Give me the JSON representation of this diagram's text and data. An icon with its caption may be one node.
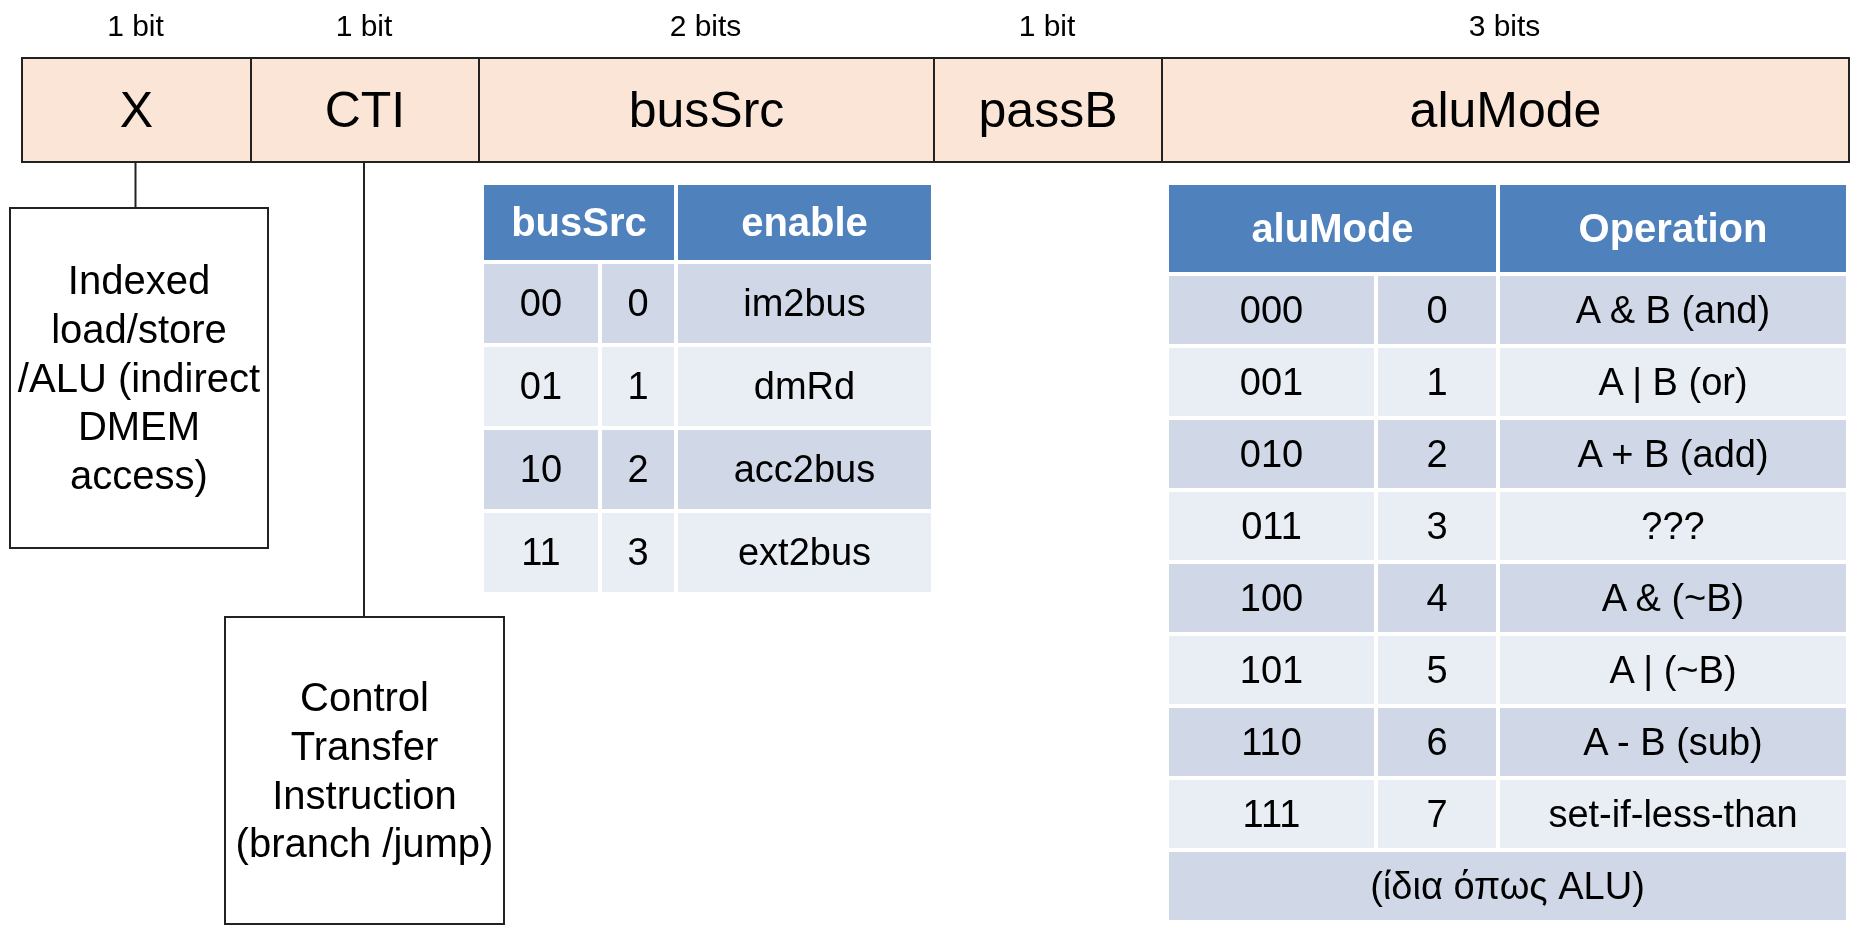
{
  "diagram": {
    "nodes": [
      {
        "text": [
          "X"
        ],
        "beside": [
          "1 bit"
        ]
      },
      {
        "text": [
          "CTI"
        ],
        "beside": [
          "1 bit"
        ]
      },
      {
        "text": [
          "busSrc"
        ],
        "beside": [
          "2 bits"
        ]
      },
      {
        "text": [
          "passB"
        ],
        "beside": [
          "1 bit"
        ]
      },
      {
        "text": [
          "aluMode"
        ],
        "beside": [
          "3 bits"
        ]
      },
      {
        "text": [
          "Indexed load/store /ALU (indirect DMEM access)"
        ]
      },
      {
        "text": [
          "Control Transfer Instruction (branch /jump)"
        ]
      }
    ],
    "edges": [
      {
        "from": 0,
        "to": 5,
        "arrow": "none"
      },
      {
        "from": 1,
        "to": 6,
        "arrow": "none"
      }
    ],
    "labels": [
      "busSrc",
      "enable",
      "00",
      "0",
      "im2bus",
      "01",
      "1",
      "dmRd",
      "10",
      "2",
      "acc2bus",
      "11",
      "3",
      "ext2bus",
      "aluMode",
      "Operation",
      "000",
      "0",
      "A & B (and)",
      "001",
      "1",
      "A | B (or)",
      "010",
      "2",
      "A + B (add)",
      "011",
      "3",
      "???",
      "100",
      "4",
      "A & (~B)",
      "101",
      "5",
      "A | (~B)",
      "110",
      "6",
      "A - B (sub)",
      "111",
      "7",
      "set-if-less-than",
      "(ίδια όπως ALU)"
    ]
  }
}
